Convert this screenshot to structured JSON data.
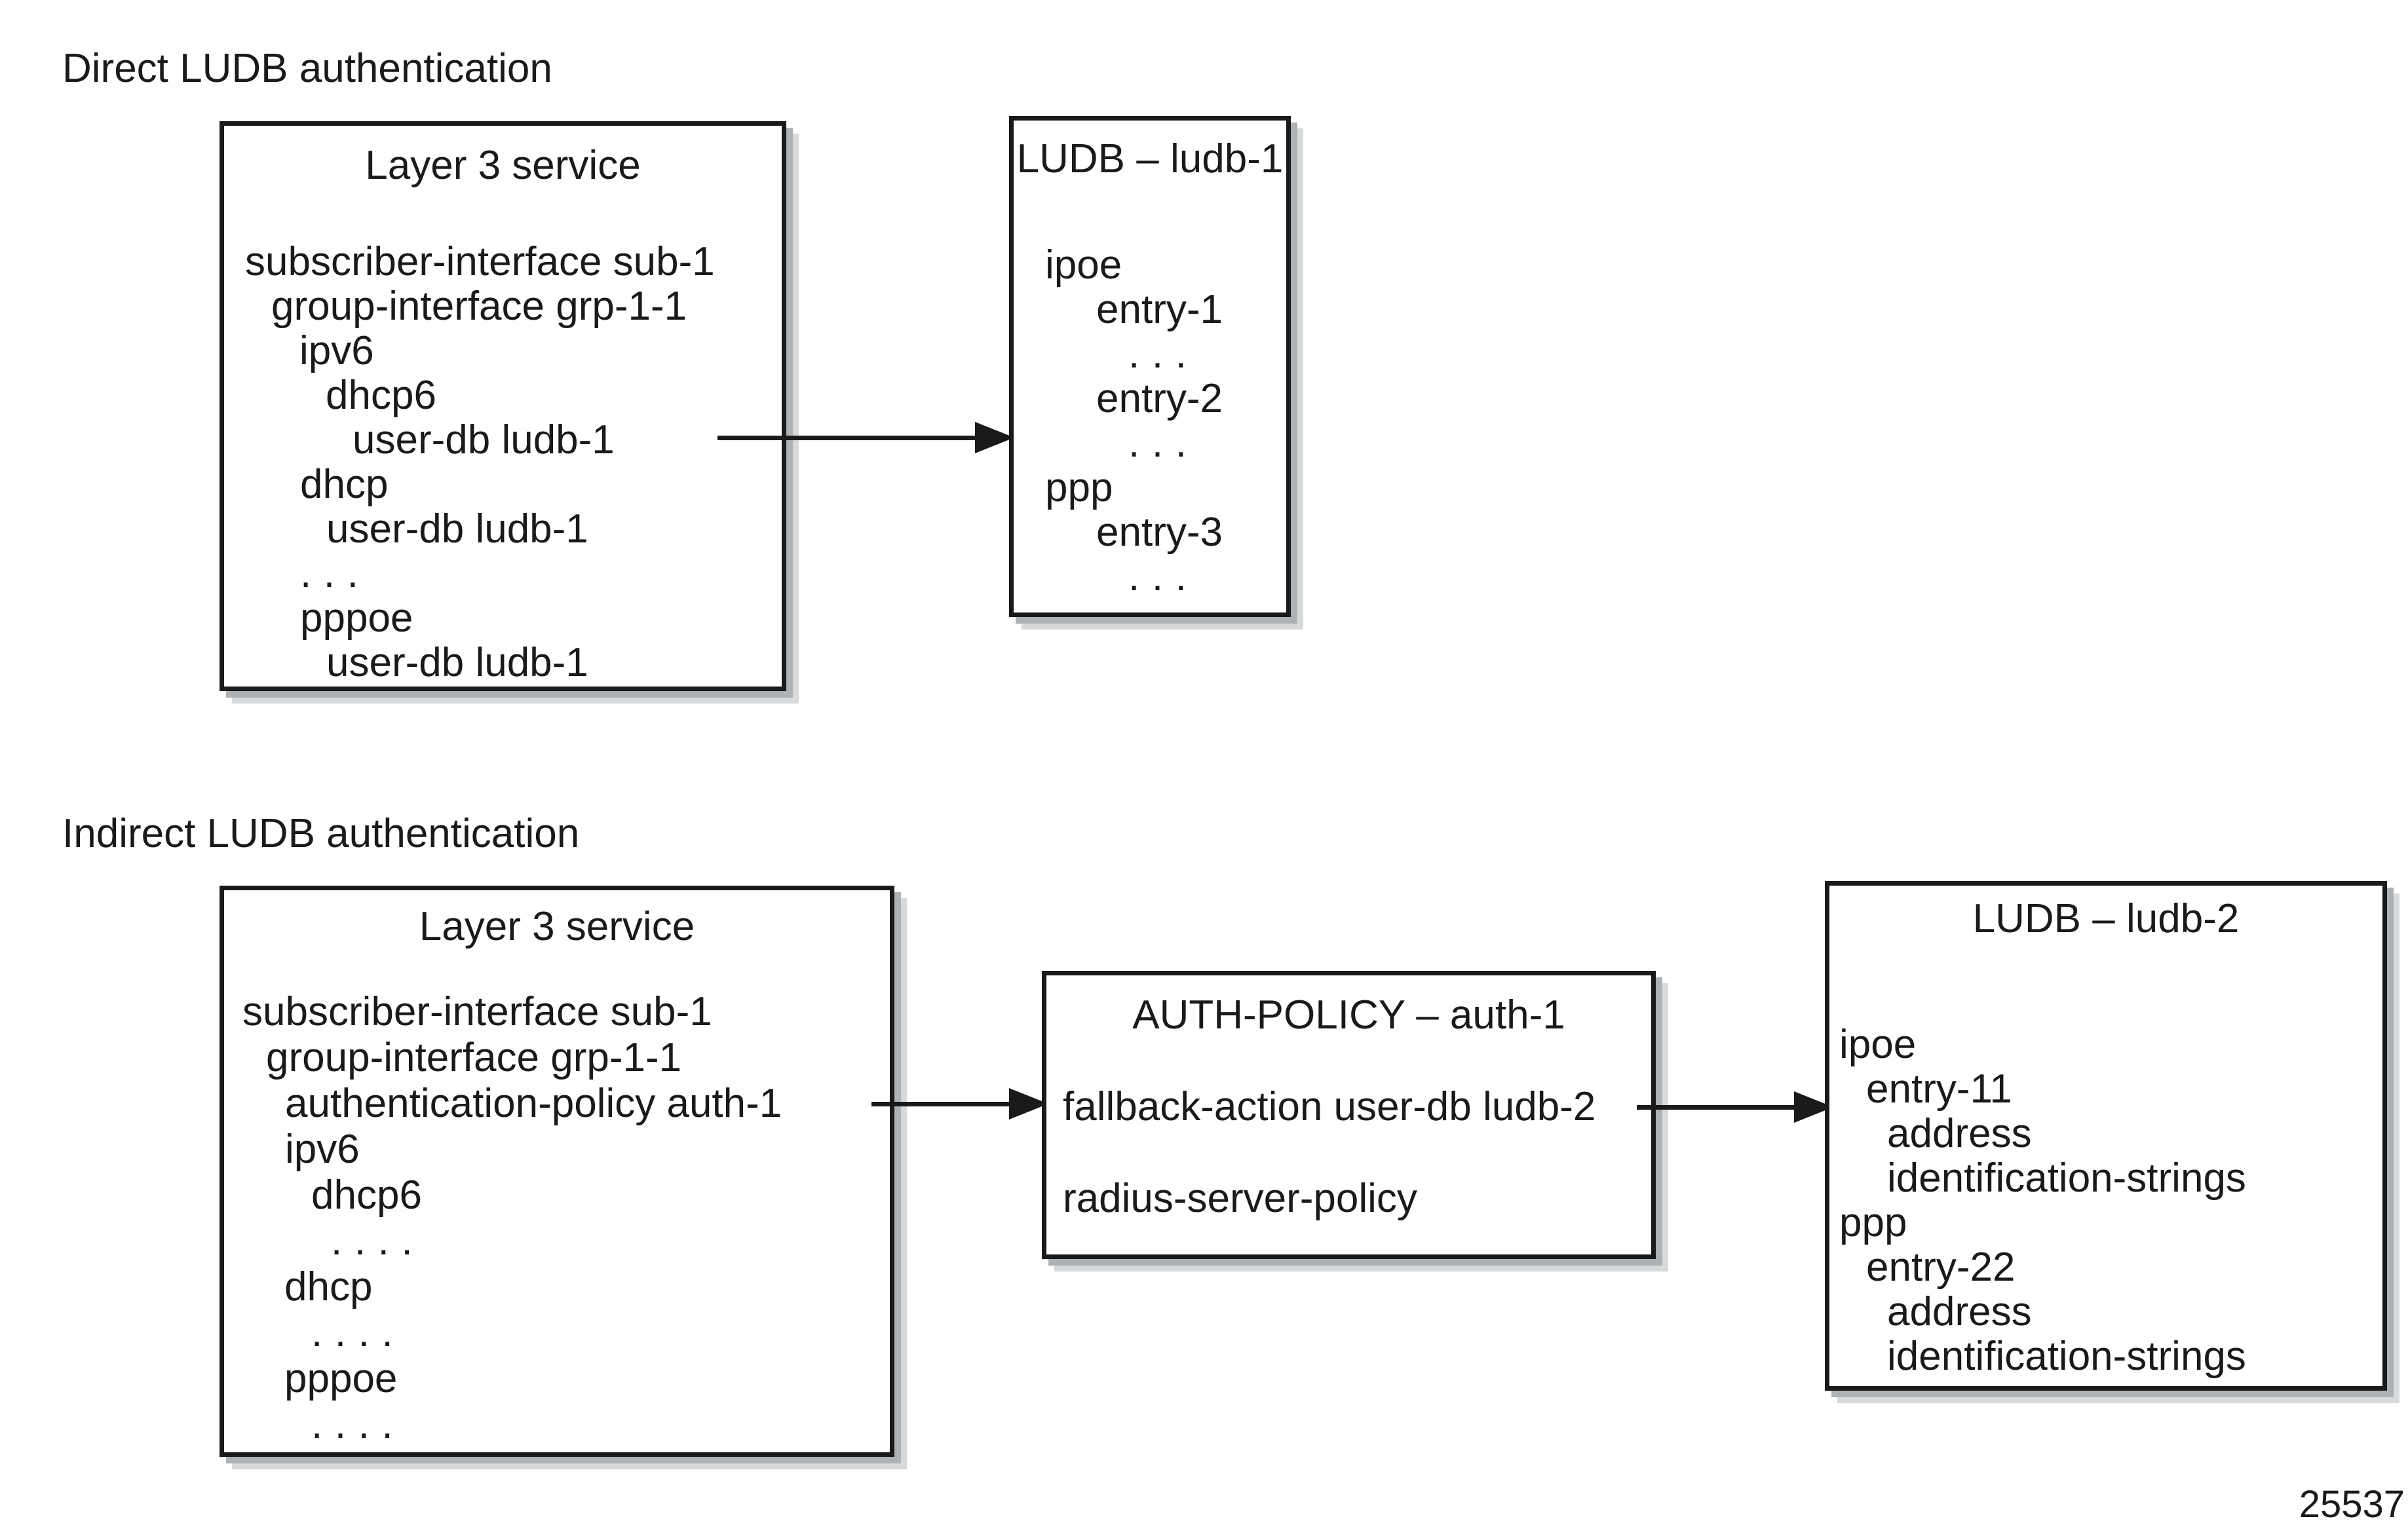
{
  "page": {
    "figure_number": "25537",
    "background": "#ffffff"
  },
  "colors": {
    "text": "#1a1a1a",
    "box_border": "#1a1a1a",
    "box_background": "#ffffff",
    "shadow_inner": "#aeb2b5",
    "shadow_outer": "#d7d9da"
  },
  "sections": [
    {
      "title": "Direct LUDB authentication",
      "layer3_box": {
        "title": "Layer 3 service",
        "lines": [
          "subscriber-interface sub-1",
          "group-interface grp-1-1",
          "ipv6",
          "dhcp6",
          "user-db ludb-1",
          "dhcp",
          "user-db ludb-1",
          "...",
          "pppoe",
          "user-db ludb-1"
        ]
      },
      "ludb_box": {
        "title": "LUDB – ludb-1",
        "lines": [
          "ipoe",
          "entry-1",
          "...",
          "entry-2",
          "...",
          "ppp",
          "entry-3",
          "..."
        ]
      }
    },
    {
      "title": "Indirect LUDB authentication",
      "layer3_box": {
        "title": "Layer 3 service",
        "lines": [
          "subscriber-interface sub-1",
          "group-interface grp-1-1",
          "authentication-policy auth-1",
          "ipv6",
          "dhcp6",
          "....",
          "dhcp",
          "....",
          "pppoe",
          "...."
        ]
      },
      "auth_policy_box": {
        "title": "AUTH-POLICY – auth-1",
        "lines": [
          "fallback-action user-db ludb-2",
          "radius-server-policy"
        ]
      },
      "ludb_box": {
        "title": "LUDB – ludb-2",
        "lines": [
          "ipoe",
          "entry-11",
          "address",
          "identification-strings",
          "ppp",
          "entry-22",
          "address",
          "identification-strings"
        ]
      }
    }
  ]
}
